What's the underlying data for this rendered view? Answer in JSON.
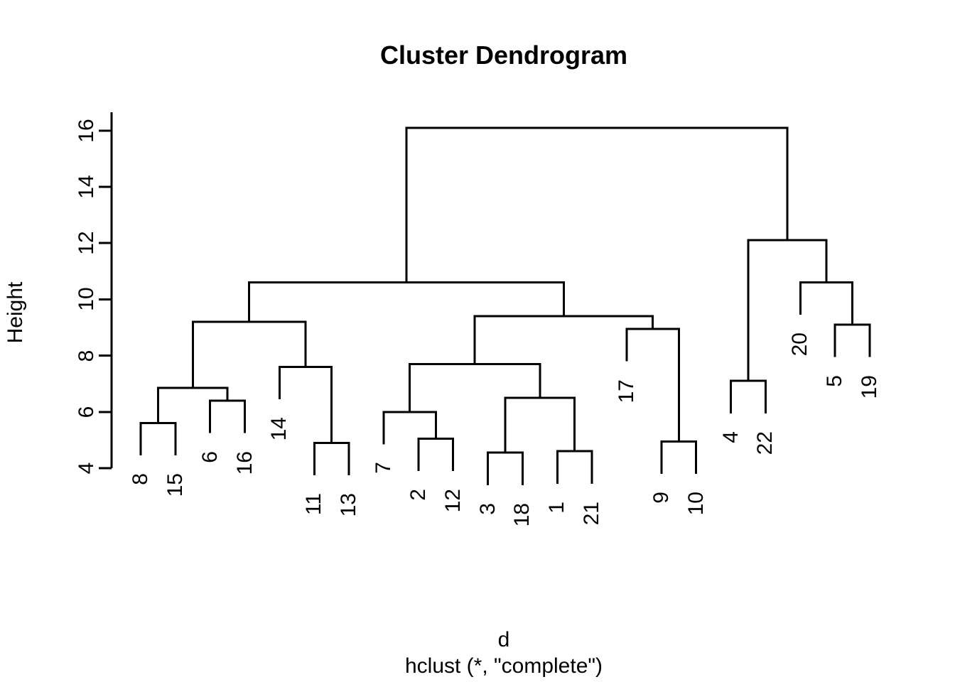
{
  "figure": {
    "background_color": "#ffffff",
    "line_color": "#000000",
    "text_color": "#000000"
  },
  "chart_data": {
    "type": "dendrogram",
    "title": "Cluster Dendrogram",
    "ylabel": "Height",
    "xlabel": "d",
    "sub_caption": "hclust (*, \"complete\")",
    "y_axis": {
      "ticks": [
        4,
        6,
        8,
        10,
        12,
        14,
        16
      ],
      "range": [
        4,
        16.5
      ],
      "grid": false
    },
    "leaf_order": [
      "8",
      "15",
      "6",
      "16",
      "14",
      "11",
      "13",
      "7",
      "2",
      "12",
      "3",
      "18",
      "1",
      "21",
      "17",
      "9",
      "10",
      "4",
      "22",
      "20",
      "5",
      "19"
    ],
    "leaf_hang": 1.15,
    "merges": [
      {
        "id": "m1",
        "a": "8",
        "b": "15",
        "height": 5.6
      },
      {
        "id": "m2",
        "a": "6",
        "b": "16",
        "height": 6.4
      },
      {
        "id": "m3",
        "a": "m1",
        "b": "m2",
        "height": 6.85
      },
      {
        "id": "m4",
        "a": "11",
        "b": "13",
        "height": 4.9
      },
      {
        "id": "m5",
        "a": "14",
        "b": "m4",
        "height": 7.6
      },
      {
        "id": "m6",
        "a": "m3",
        "b": "m5",
        "height": 9.2
      },
      {
        "id": "m7",
        "a": "2",
        "b": "12",
        "height": 5.05
      },
      {
        "id": "m8",
        "a": "7",
        "b": "m7",
        "height": 6.0
      },
      {
        "id": "m9",
        "a": "3",
        "b": "18",
        "height": 4.55
      },
      {
        "id": "m10",
        "a": "1",
        "b": "21",
        "height": 4.6
      },
      {
        "id": "m11",
        "a": "m9",
        "b": "m10",
        "height": 6.5
      },
      {
        "id": "m12",
        "a": "m8",
        "b": "m11",
        "height": 7.7
      },
      {
        "id": "m13",
        "a": "9",
        "b": "10",
        "height": 4.95
      },
      {
        "id": "m14",
        "a": "17",
        "b": "m13",
        "height": 8.95
      },
      {
        "id": "m15",
        "a": "m12",
        "b": "m14",
        "height": 9.4
      },
      {
        "id": "m16",
        "a": "m6",
        "b": "m15",
        "height": 10.6
      },
      {
        "id": "m17",
        "a": "4",
        "b": "22",
        "height": 7.1
      },
      {
        "id": "m18",
        "a": "5",
        "b": "19",
        "height": 9.1
      },
      {
        "id": "m19",
        "a": "20",
        "b": "m18",
        "height": 10.6
      },
      {
        "id": "m20",
        "a": "m17",
        "b": "m19",
        "height": 12.1
      },
      {
        "id": "m21",
        "a": "m16",
        "b": "m20",
        "height": 16.1
      }
    ]
  }
}
